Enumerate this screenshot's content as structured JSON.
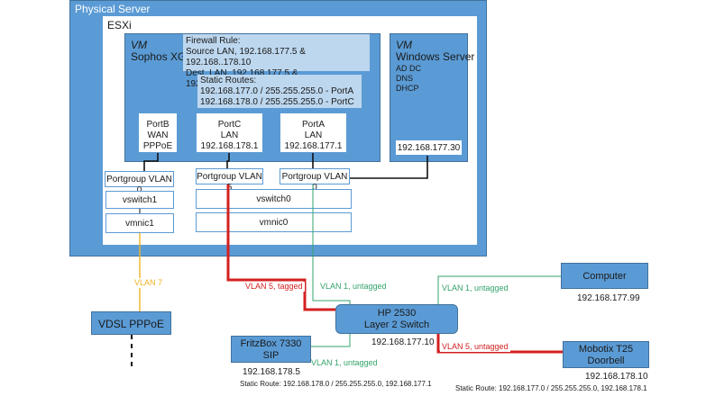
{
  "physical_server": {
    "title": "Physical Server"
  },
  "esxi": {
    "title": "ESXi"
  },
  "sophos": {
    "vm": "VM",
    "name": "Sophos XG",
    "firewall_title": "Firewall Rule:",
    "firewall_line1": "Source LAN, 192.168.177.5 & 192.168..178.10",
    "firewall_line2": "Dest. LAN, 192.168.177.5 & 192.168..178.10, any",
    "routes_title": "Static Routes:",
    "route1": "192.168.177.0 / 255.255.255.0 - PortA",
    "route2": "192.168.178.0 / 255.255.255.0 - PortC",
    "portb": [
      "PortB",
      "WAN",
      "PPPoE"
    ],
    "portc": [
      "PortC",
      "LAN",
      "192.168.178.1"
    ],
    "porta": [
      "PortA",
      "LAN",
      "192.168.177.1"
    ]
  },
  "windows": {
    "vm": "VM",
    "name": "Windows Server",
    "roles": [
      "AD DC",
      "DNS",
      "DHCP"
    ],
    "ip": "192.168.177.30"
  },
  "network": {
    "pg_vlan0_left": "Portgroup VLAN 0",
    "pg_vlan5": "Portgroup VLAN 5",
    "pg_vlan0_right": "Portgroup VLAN 0",
    "vswitch1": "vswitch1",
    "vswitch0": "vswitch0",
    "vmnic1": "vmnic1",
    "vmnic0": "vmnic0"
  },
  "devices": {
    "vdsl": "VDSL PPPoE",
    "switch_line1": "HP 2530",
    "switch_line2": "Layer 2 Switch",
    "switch_ip": "192.168.177.10",
    "computer": "Computer",
    "computer_ip": "192.168.177.99",
    "fritzbox_line1": "FritzBox 7330",
    "fritzbox_line2": "SIP",
    "fritzbox_ip": "192.168.178.5",
    "fritzbox_route": "Static Route: 192.168.178.0 / 255.255.255.0, 192.168.177.1",
    "doorbell_line1": "Mobotix T25",
    "doorbell_line2": "Doorbell",
    "doorbell_ip": "192.168.178.10",
    "doorbell_route": "Static Route: 192.168.177.0 / 255.255.255.0, 192.168.178.1"
  },
  "links": {
    "vlan7": "VLAN 7",
    "vlan5_tagged": "VLAN 5, tagged",
    "vlan1_untagged_esx": "VLAN 1, untagged",
    "vlan1_untagged_computer": "VLAN 1, untagged",
    "vlan1_untagged_fritz": "VLAN 1, untagged",
    "vlan5_untagged": "VLAN 5, untagged"
  },
  "colors": {
    "vlan7": "#f0b323",
    "vlan5": "#d42020",
    "vlan1": "#33a36b",
    "box": "#5b9bd5"
  }
}
